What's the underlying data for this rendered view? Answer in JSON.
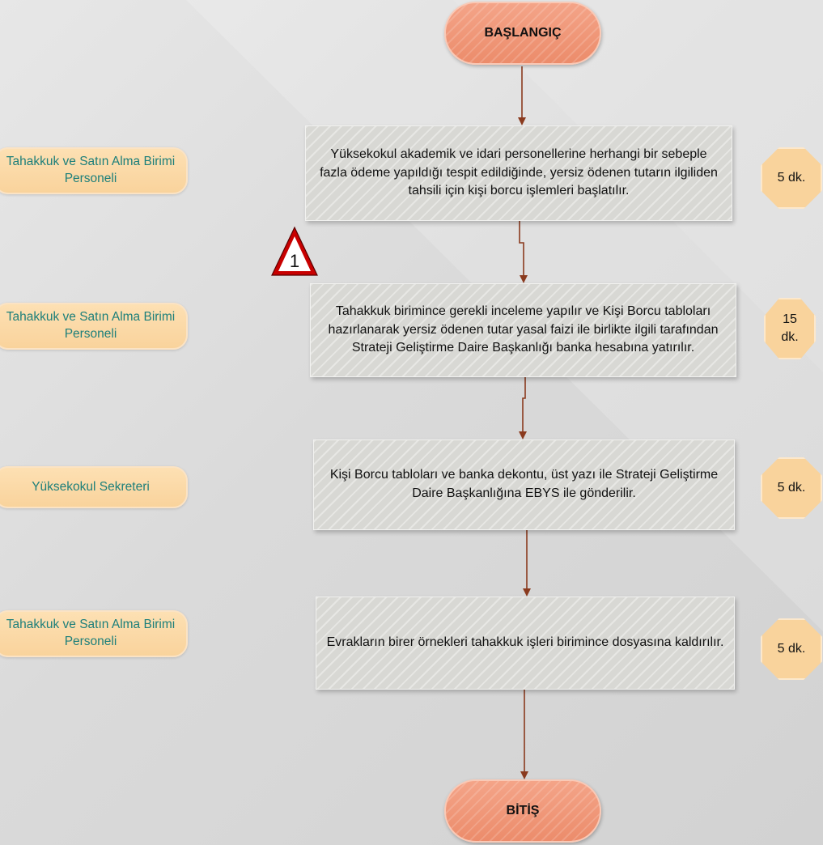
{
  "start": {
    "label": "BAŞLANGIÇ"
  },
  "end": {
    "label": "BİTİŞ"
  },
  "steps": [
    {
      "text": "Yüksekokul akademik ve idari personellerine herhangi bir sebeple fazla ödeme yapıldığı tespit edildiğinde, yersiz ödenen tutarın ilgiliden tahsili için kişi borcu işlemleri başlatılır."
    },
    {
      "text": "Tahakkuk birimince gerekli inceleme yapılır ve Kişi Borcu tabloları hazırlanarak  yersiz ödenen tutar yasal faizi ile birlikte ilgili tarafından Strateji Geliştirme Daire Başkanlığı banka hesabına yatırılır."
    },
    {
      "text": "Kişi Borcu tabloları ve banka dekontu, üst yazı ile Strateji Geliştirme Daire Başkanlığına EBYS ile gönderilir."
    },
    {
      "text": "Evrakların birer örnekleri tahakkuk işleri birimince dosyasına kaldırılır."
    }
  ],
  "roles": [
    {
      "text": "Tahakkuk ve Satın Alma Birimi Personeli"
    },
    {
      "text": "Tahakkuk ve Satın Alma Birimi Personeli"
    },
    {
      "text": "Yüksekokul Sekreteri"
    },
    {
      "text": "Tahakkuk ve Satın Alma Birimi Personeli"
    }
  ],
  "times": [
    {
      "text": "5 dk."
    },
    {
      "text": "15 dk."
    },
    {
      "text": "5 dk."
    },
    {
      "text": "5 dk."
    }
  ],
  "warning": {
    "number": "1"
  },
  "colors": {
    "terminal": "#ec8c6b",
    "step": "#d8d8d4",
    "role": "#f9d39c",
    "role_text": "#1d7f7a",
    "arrow": "#8a3a1e",
    "warning": "#c80000"
  }
}
